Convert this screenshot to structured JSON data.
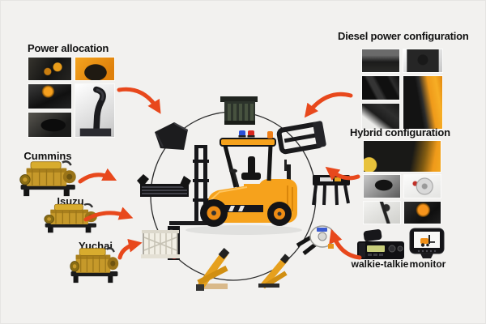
{
  "canvas": {
    "background": "#f2f1ef"
  },
  "palette": {
    "arrow": "#e8481c",
    "forklift_orange": "#f6a21c",
    "engine_gold": "#c6992a",
    "label_color": "#121212",
    "ring_stroke": "#2c2c2c"
  },
  "sections": {
    "power_allocation": {
      "title": "Power allocation",
      "photos": [
        "battery-compartment",
        "engine-bay",
        "mast-beacon",
        "control-lever",
        "operator-seat"
      ]
    },
    "diesel_config": {
      "title": "Diesel power configuration",
      "photos": [
        "diesel-engine",
        "drive-axle",
        "mast-components",
        "chassis-frame",
        "transmission-parts"
      ]
    },
    "hybrid_config": {
      "title": "Hybrid configuration",
      "photos": [
        "hybrid-engine-bay",
        "seat-armrest",
        "lpg-conversion-kit",
        "control-levers",
        "beacon-mast"
      ]
    },
    "engines": [
      {
        "label": "Cummins"
      },
      {
        "label": "Isuzu"
      },
      {
        "label": "Yuchai"
      }
    ],
    "accessories": [
      {
        "label": "walkie-talkie"
      },
      {
        "label": "monitor"
      }
    ],
    "center": {
      "vehicle": "diesel-forklift",
      "attachments": [
        "excavator-bucket",
        "block-clamp",
        "carton-clamp",
        "basket-clamp",
        "fork-positioner",
        "rotating-forks",
        "safety-cage",
        "crane-jib",
        "crane-jib-small"
      ],
      "beacon_colors": [
        "#2b50d8",
        "#d8281e",
        "#f07818",
        "#2b50d8",
        "#d8281e"
      ]
    }
  }
}
